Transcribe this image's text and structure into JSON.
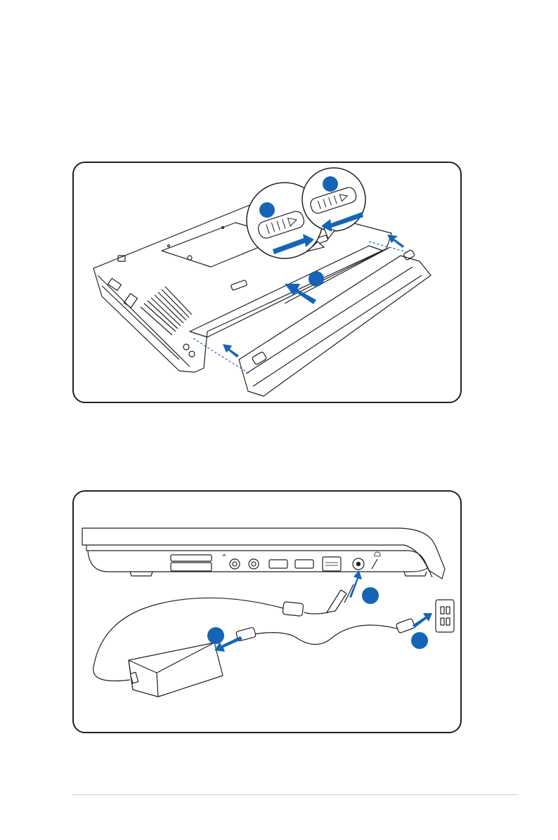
{
  "colors": {
    "accent_blue": "#1565b7",
    "line": "#231f20",
    "panel_border": "#231f20",
    "footer_rule": "#cfcfcf"
  },
  "figures": [
    {
      "id": "battery-installation",
      "steps": [
        {
          "marker": "step-1"
        },
        {
          "marker": "step-2"
        },
        {
          "marker": "step-3"
        }
      ]
    },
    {
      "id": "power-connection",
      "steps": [
        {
          "marker": "step-1"
        },
        {
          "marker": "step-2"
        },
        {
          "marker": "step-3"
        }
      ]
    }
  ]
}
